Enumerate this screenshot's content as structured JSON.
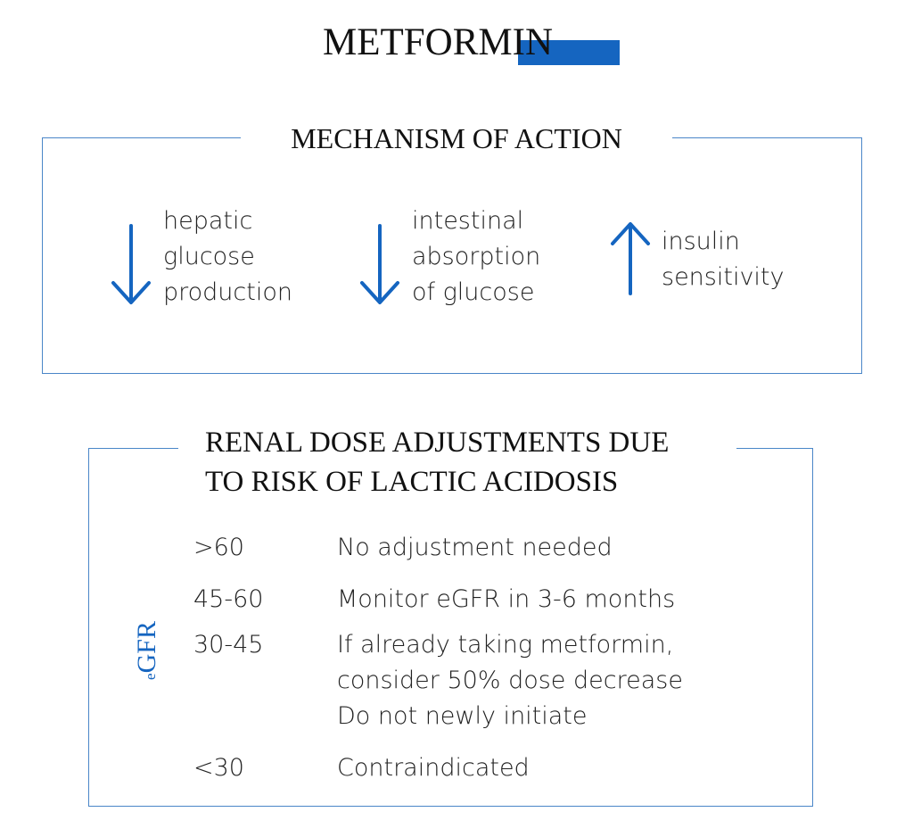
{
  "title": "METFORMIN",
  "accent_color": "#1565c0",
  "border_color": "#4a86c8",
  "mechanism": {
    "heading": "MECHANISM OF ACTION",
    "items": [
      {
        "icon": "arrow-down-icon",
        "direction": "decrease",
        "text": "hepatic\nglucose\nproduction"
      },
      {
        "icon": "arrow-down-icon",
        "direction": "decrease",
        "text": "intestinal\nabsorption\nof glucose"
      },
      {
        "icon": "arrow-up-icon",
        "direction": "increase",
        "text": "insulin\nsensitivity"
      }
    ]
  },
  "renal": {
    "heading_line1": "RENAL DOSE ADJUSTMENTS DUE",
    "heading_line2": "TO RISK OF LACTIC ACIDOSIS",
    "axis_label_prefix": "e",
    "axis_label_main": "GFR",
    "rows": [
      {
        "egfr": ">60",
        "recommendation": "No adjustment needed"
      },
      {
        "egfr": "45-60",
        "recommendation": "Monitor eGFR in 3-6 months"
      },
      {
        "egfr": "30-45",
        "recommendation": "If already taking metformin,\nconsider 50% dose decrease\nDo not newly initiate"
      },
      {
        "egfr": "<30",
        "recommendation": "Contraindicated"
      }
    ]
  }
}
